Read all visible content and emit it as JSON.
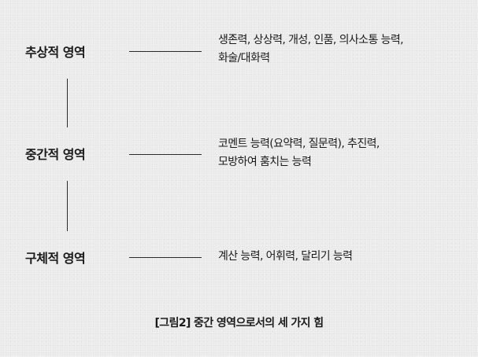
{
  "levels": [
    {
      "label": "추상적 영역",
      "desc_lines": [
        "생존력, 상상력, 개성, 인품, 의사소통 능력,",
        "화술/대화력"
      ]
    },
    {
      "label": "중간적 영역",
      "desc_lines": [
        "코멘트 능력(요약력, 질문력), 추진력,",
        "모방하여 훔치는 능력"
      ]
    },
    {
      "label": "구체적 영역",
      "desc_lines": [
        "계산 능력, 어휘력, 달리기 능력"
      ]
    }
  ],
  "caption": "[그림2] 중간 영역으로서의 세 가지 힘"
}
